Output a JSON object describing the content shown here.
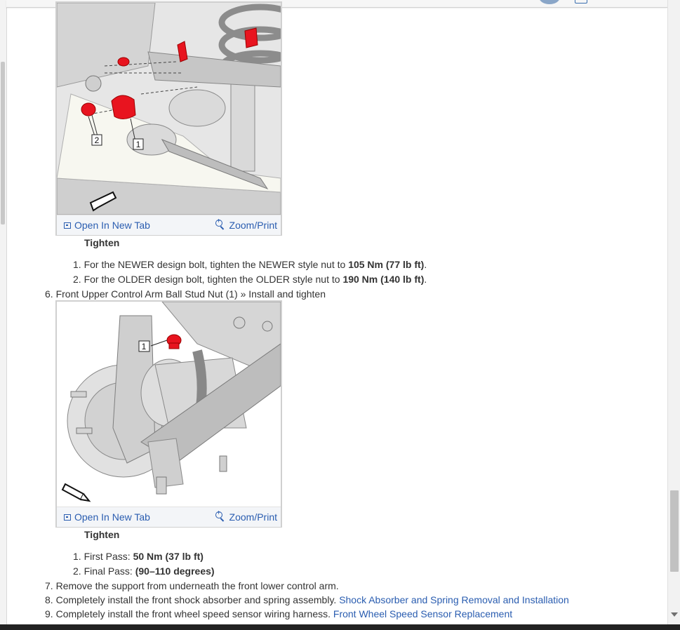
{
  "figure_toolbar": {
    "open_new_tab": "Open In New Tab",
    "zoom_print": "Zoom/Print"
  },
  "figure1": {
    "callouts": [
      "1",
      "2"
    ]
  },
  "figure2": {
    "callouts": [
      "1"
    ]
  },
  "section_a": {
    "heading": "Tighten",
    "steps": [
      {
        "num": "1.",
        "pre": "For the NEWER design bolt, tighten the NEWER style nut to ",
        "value": "105 Nm  (77 lb ft)",
        "post": "."
      },
      {
        "num": "2.",
        "pre": "For the OLDER design bolt, tighten the OLDER style nut to ",
        "value": "190 Nm  (140 lb ft)",
        "post": "."
      }
    ]
  },
  "step6": {
    "num": "6.",
    "text": "Front Upper Control Arm Ball Stud Nut (1) » Install and tighten"
  },
  "section_b": {
    "heading": "Tighten",
    "steps": [
      {
        "num": "1.",
        "pre": "First Pass: ",
        "value": "50 Nm (37 lb ft)"
      },
      {
        "num": "2.",
        "pre": "Final Pass: ",
        "value": "(90–110 degrees)"
      }
    ]
  },
  "step7": {
    "num": "7.",
    "text": "Remove the support from underneath the front lower control arm."
  },
  "step8": {
    "num": "8.",
    "text": "Completely install the front shock absorber and spring assembly. ",
    "link": "Shock Absorber and Spring Removal and Installation"
  },
  "step9": {
    "num": "9.",
    "text": "Completely install the front wheel speed sensor wiring harness. ",
    "link": "Front Wheel Speed Sensor Replacement"
  },
  "colors": {
    "link": "#2a5db0",
    "text": "#333333",
    "highlight": "#e8141f"
  }
}
